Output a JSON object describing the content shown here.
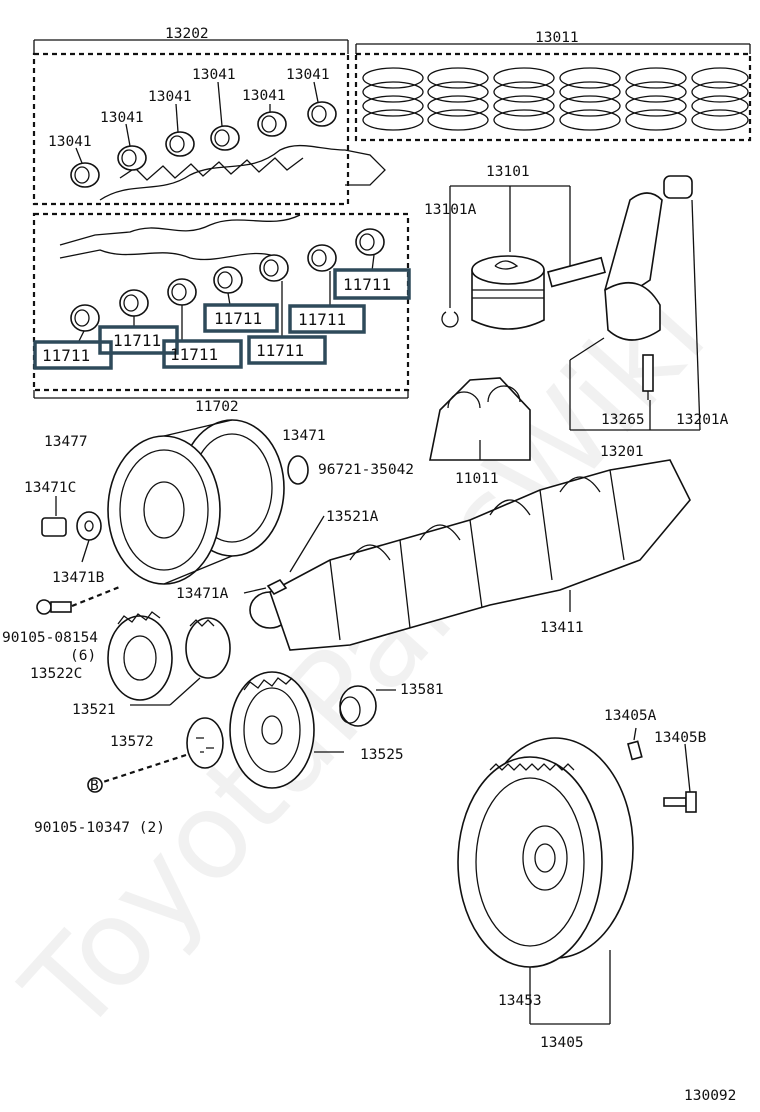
{
  "diagram": {
    "watermark": "ToyotaPartsWiki",
    "diagram_number": "130092",
    "labels": {
      "bearing_set_upper": "13202",
      "piston_ring_set": "13011",
      "upper_bearing_1": "13041",
      "upper_bearing_2": "13041",
      "upper_bearing_3": "13041",
      "upper_bearing_4": "13041",
      "upper_bearing_5": "13041",
      "upper_bearing_6": "13041",
      "piston": "13101",
      "snap_ring": "13101A",
      "bearing_set_lower": "11702",
      "cap_bolt": "13265",
      "conrod_bushing": "13201A",
      "connecting_rod": "13201",
      "crankshaft_pulley": "13477",
      "pulley_hub": "13471",
      "oil_seal": "96721-35042",
      "thrust_washer": "11011",
      "pulley_bolt": "13471C",
      "pulley_washer": "13471B",
      "key": "13521A",
      "pin": "13471A",
      "bolt_90105_08154": "90105-08154",
      "qty_6": "(6)",
      "crank_gear": "13522C",
      "crankshaft": "13411",
      "timing_gear": "13521",
      "plug": "13581",
      "gear_plate": "13572",
      "timing_pulley": "13525",
      "flywheel_bolt_ball": "90105-10347 (2)",
      "flywheel_dowel": "13405A",
      "flywheel_bolt": "13405B",
      "flywheel": "13453",
      "flywheel_assy": "13405"
    },
    "highlighted_bearings": [
      "11711",
      "11711",
      "11711",
      "11711",
      "11711",
      "11711",
      "11711"
    ]
  }
}
